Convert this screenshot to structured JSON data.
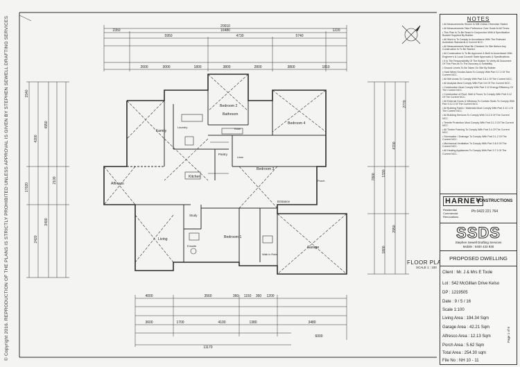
{
  "copyright": "© Copyright 2016. REPRODUCTION OF THE PLANS IS STRICTLY PROHIBITED UNLESS APPROVAL IS GIVEN BY STEPHEN SEWELL DRAFTING SERVICES",
  "drawing": {
    "title": "FLOOR PLAN",
    "scale": "SCALE 1 : 100",
    "rooms": {
      "bedroom2": "Bedroom 2",
      "bedroom4": "Bedroom 4",
      "bedroom3": "Bedroom 3",
      "bedroom1": "Bedroom 1",
      "bathroom": "Bathroom",
      "laundry": "Laundry",
      "family": "Family",
      "alfresco": "Alfresco",
      "kitchen": "Kitchen",
      "pantry": "Pantry",
      "living": "Living",
      "study": "Study",
      "ensuite": "Ensuite",
      "walkin": "Walk in Robe",
      "garage": "Garage",
      "entrance": "Entrance",
      "porch": "Porch",
      "robe": "Robe",
      "linen": "Linen"
    },
    "dims_top": {
      "overall": "20010",
      "row2": [
        "2350",
        "16480",
        "1220"
      ],
      "row3": [
        "5950",
        "4730",
        "5740"
      ],
      "row4": [
        "2600",
        "3000",
        "1800",
        "3800",
        "2800",
        "3800",
        "1810"
      ]
    },
    "dims_bottom": {
      "row1": [
        "4000",
        "3560",
        "360",
        "1150",
        "360",
        "1200"
      ],
      "row2": [
        "3600",
        "1700",
        "4100",
        "1380",
        "3480"
      ],
      "overall": "11170",
      "right": "6000"
    },
    "dims_left": [
      "1540",
      "4200",
      "4950",
      "17020",
      "2100",
      "3400",
      "2420"
    ],
    "dims_right": [
      "2770",
      "4700",
      "1330",
      "7800",
      "2950",
      "1800"
    ]
  },
  "notes": {
    "title": "NOTES",
    "items": [
      "All Measurements Shown In Mill Unless Otherwise Stated.",
      "All Measurements Take Preference Over Scale At All Times.",
      "This Plan Is To Be Read In Conjunction With A Specification Booklet Supplied By Builder.",
      "All Work Is To Comply In Accordance With The Relevant Australian Standards & Current NCC.",
      "All Measurements Must Be Checked On Site Before Any Construction Is To Be Started.",
      "All Construction Is To Be Approved & Built In Accordance With Engineer's & Local Council/ State Approvals & Specifications.",
      "It Is The Responsibility Of The Builder To Verify All Document Of This Plan As To The Accuracy & Suitability.",
      "Ground Levels To Be Taken On Site By Builder.",
      "Hard Wired Smoke Alarm To Comply With Part 3.7.2 Of The Current NCC.",
      "All Wet Areas To Comply With Part 3.8.1 Of The Current NCC.",
      "All Analysis Must Comply With Part 3.8 Of The Current NCC.",
      "Construction Must Comply With Part 3.12 Energy Efficiency Of The Current NCC.",
      "Construction of Roof, Wall & Floors To Comply With Part 3.12 Of The Current NCC.",
      "All External Doors & Windows To Contain Seals To Comply With Part 3.12.3 Of The Current NCC.",
      "All Building Fabric / Materials Must Comply With Part 3.12.1 Of The Current NCC.",
      "All Building Services To Comply With 3.12.5 Of The Current NCC.",
      "Termite Protection Must Comply With Part 3.1.3 Of The Current NCC.",
      "All Timber Framing To Comply With Part 3.4 Of The Current NCC.",
      "Stormwater / Drainage To Comply With Part 3.1.2 Of The Current NCC.",
      "Mechanical Ventilation To Comply With Part 3.8.5 Of The Current NCC.",
      "All Heating Appliances To Comply With Part 3.7.3 Of The Current NCC."
    ]
  },
  "builder": {
    "name": "HARNEY",
    "subtitle": "CONSTRUCTIONS",
    "lines": [
      "Residential",
      "Commercial",
      "Renovations"
    ],
    "phone": "Ph 0422 221 764"
  },
  "drafting": {
    "logo": "SSDS",
    "name": "Stephen Sewell Drafting Services",
    "mobile": "Mobile : 0400 433 930"
  },
  "project": {
    "title": "PROPOSED DWELLING",
    "client": "Client : Mr. J & Mrs E Toole",
    "lot": "Lot : 542 McGillian Drive Kelso",
    "dp": "DP : 1219505",
    "date": "Date : 9 / 5 / 16",
    "scale": "Scale 1:100",
    "living_area": "Living Area : 194.34 Sqm",
    "garage_area": "Garage Area : 42.21 Sqm",
    "alfresco_area": "Alfresco Area : 12.13 Sqm",
    "porch_area": "Porch Area : 5.62 Sqm",
    "total_area": "Total Area : 254.30 sqm",
    "file_no": "File No : NH 10 - 11",
    "page": "Page 1 of 6"
  },
  "colors": {
    "line": "#2a2a2a",
    "paper": "#f4f4f2"
  }
}
